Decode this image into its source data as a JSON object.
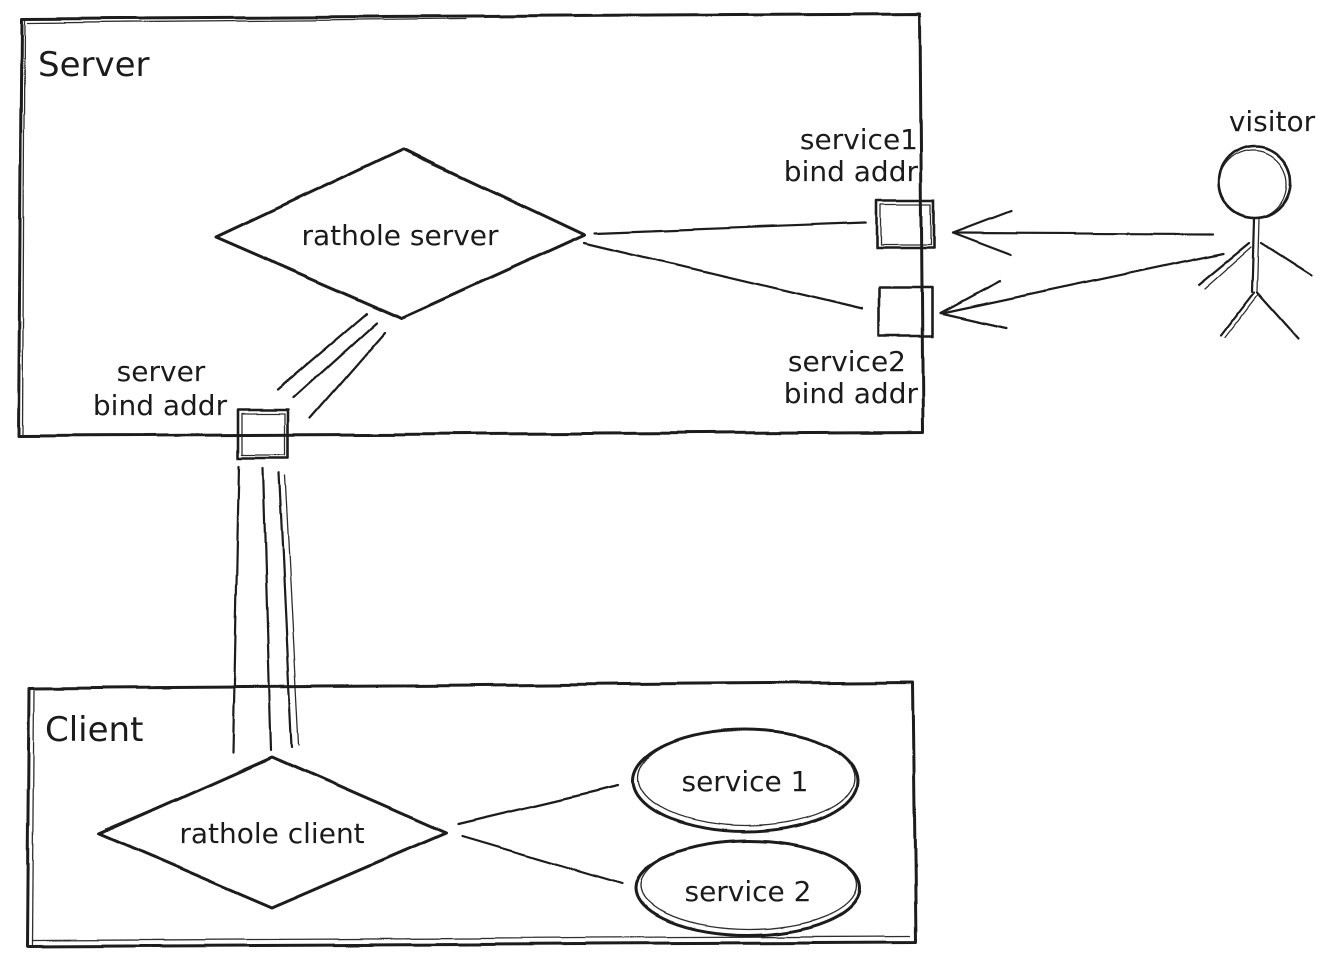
{
  "diagram": {
    "background": "#ffffff",
    "ink": "#1b1b1b",
    "server_box": {
      "label": "Server"
    },
    "client_box": {
      "label": "Client"
    },
    "rathole_server": {
      "label": "rathole server"
    },
    "rathole_client": {
      "label": "rathole client"
    },
    "server_bind_addr": {
      "line1": "server",
      "line2": "bind addr"
    },
    "service1_bind_addr": {
      "line1": "service1",
      "line2": "bind addr"
    },
    "service2_bind_addr": {
      "line1": "service2",
      "line2": "bind addr"
    },
    "service1": {
      "label": "service 1"
    },
    "service2": {
      "label": "service 2"
    },
    "visitor": {
      "label": "visitor"
    }
  }
}
